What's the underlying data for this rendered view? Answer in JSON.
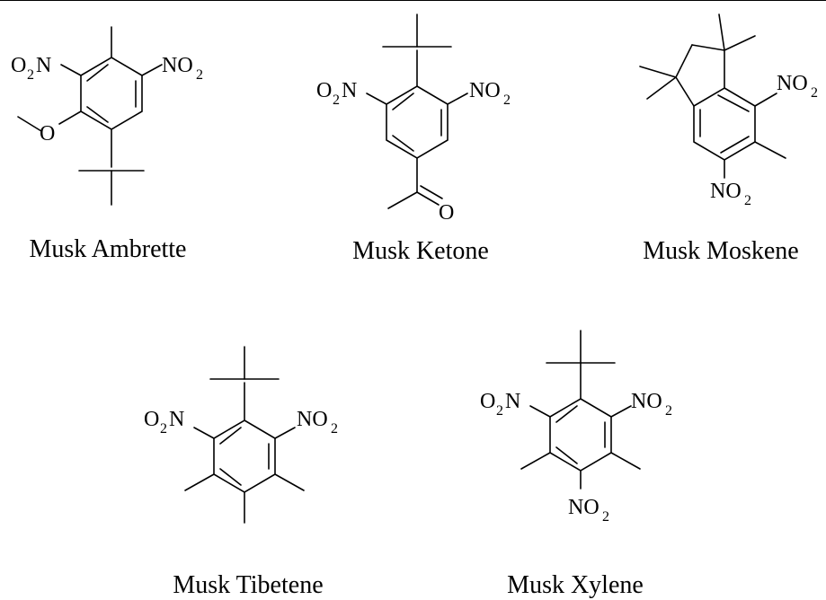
{
  "compounds": [
    {
      "name": "Musk Ambrette",
      "labels": {
        "no2_a": "O",
        "no2_a_sub": "2",
        "no2_a_n": "N",
        "no2_b": "NO",
        "no2_b_sub": "2",
        "o": "O"
      }
    },
    {
      "name": "Musk Ketone",
      "labels": {
        "no2_a": "O",
        "no2_a_sub": "2",
        "no2_a_n": "N",
        "no2_b": "NO",
        "no2_b_sub": "2",
        "o": "O"
      }
    },
    {
      "name": "Musk Moskene",
      "labels": {
        "no2_a": "NO",
        "no2_a_sub": "2",
        "no2_b": "NO",
        "no2_b_sub": "2"
      }
    },
    {
      "name": "Musk Tibetene",
      "labels": {
        "no2_a": "O",
        "no2_a_sub": "2",
        "no2_a_n": "N",
        "no2_b": "NO",
        "no2_b_sub": "2"
      }
    },
    {
      "name": "Musk Xylene",
      "labels": {
        "no2_a": "O",
        "no2_a_sub": "2",
        "no2_a_n": "N",
        "no2_b": "NO",
        "no2_b_sub": "2",
        "no2_c": "NO",
        "no2_c_sub": "2"
      }
    }
  ]
}
